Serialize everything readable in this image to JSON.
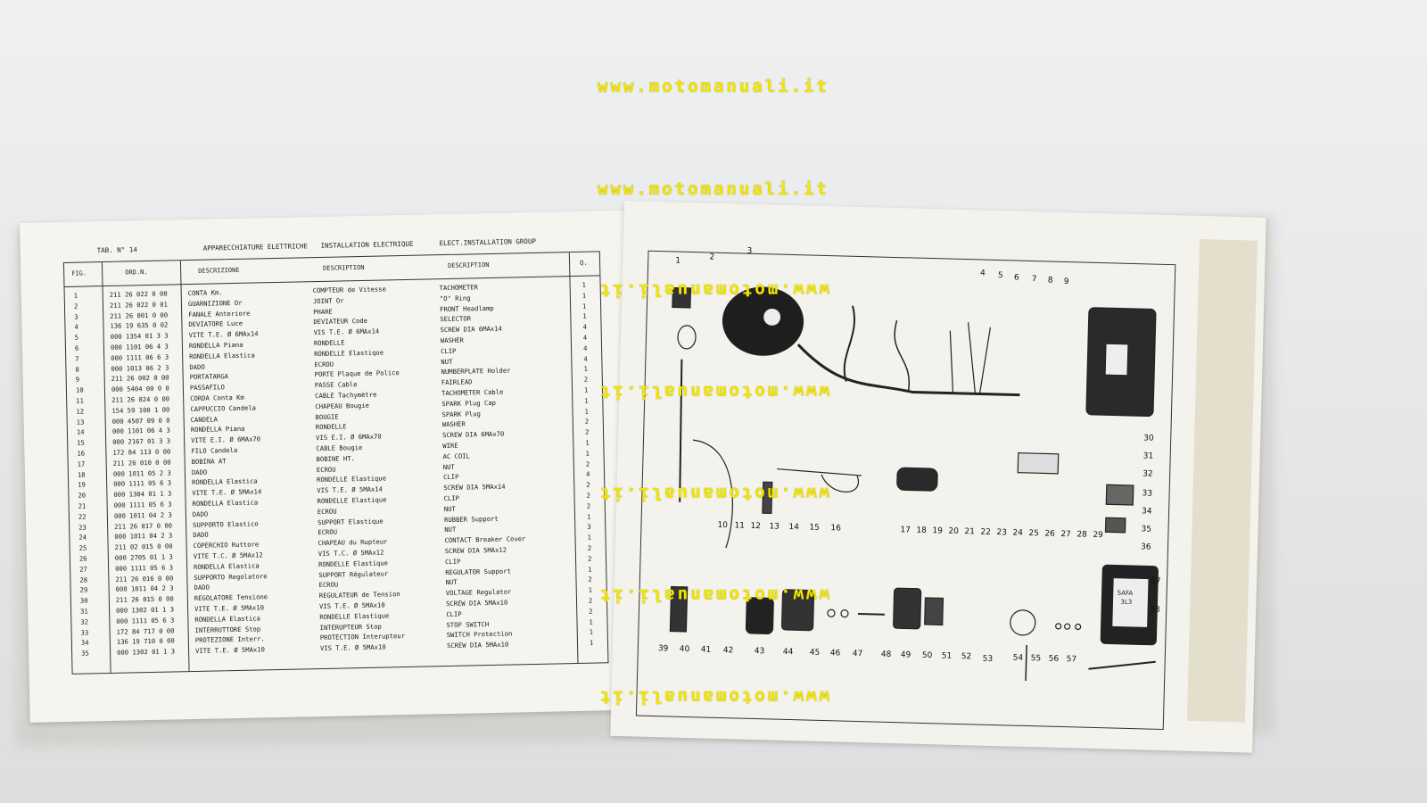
{
  "watermark": "www.motomanuali.it",
  "left_page": {
    "tab": "TAB. N° 14",
    "title_it": "APPARECCHIATURE ELETTRICHE",
    "title_fr": "INSTALLATION ELECTRIQUE",
    "title_en": "ELECT.INSTALLATION GROUP",
    "headers": [
      "FIG.",
      "ORD.N.",
      "DESCRIZIONE",
      "DESCRIPTION",
      "DESCRIPTION",
      "Q."
    ],
    "rows": [
      [
        "1",
        "211 26 022 0 00",
        "CONTA Km.",
        "COMPTEUR de Vitesse",
        "TACHOMETER",
        "1"
      ],
      [
        "2",
        "211 26 022 0 01",
        "GUARNIZIONE Or",
        "JOINT Or",
        "\"O\" Ring",
        "1"
      ],
      [
        "3",
        "211 26 001 0 00",
        "FANALE Anteriore",
        "PHARE",
        "FRONT Headlamp",
        "1"
      ],
      [
        "4",
        "136 19 635 0 02",
        "DEVIATORE Luce",
        "DEVIATEUR Code",
        "SELECTOR",
        "1"
      ],
      [
        "5",
        "000 1354 01 3 3",
        "VITE T.E. Ø 6MAx14",
        "VIS T.E. Ø 6MAx14",
        "SCREW DIA 6MAx14",
        "4"
      ],
      [
        "6",
        "000 1101 06 4 3",
        "RONDELLA Piana",
        "RONDELLE",
        "WASHER",
        "4"
      ],
      [
        "7",
        "000 1111 06 6 3",
        "RONDELLA Elastica",
        "RONDELLE Elastique",
        "CLIP",
        "4"
      ],
      [
        "8",
        "000 1013 06 2 3",
        "DADO",
        "ECROU",
        "NUT",
        "4"
      ],
      [
        "9",
        "211 26 002 0 00",
        "PORTATARGA",
        "PORTE Plaque de Police",
        "NUMBERPLATE Holder",
        "1"
      ],
      [
        "10",
        "000 5404 00 0 0",
        "PASSAFILO",
        "PASSE Cable",
        "FAIRLEAD",
        "2"
      ],
      [
        "11",
        "211 26 024 0 00",
        "CORDA Conta Km",
        "CABLE Tachymètre",
        "TACHOMETER Cable",
        "1"
      ],
      [
        "12",
        "154 59 100 1 00",
        "CAPPUCCIO Candela",
        "CHAPEAU Bougie",
        "SPARK Plug Cap",
        "1"
      ],
      [
        "13",
        "000 4507 09 0 0",
        "CANDELA",
        "BOUGIE",
        "SPARK Plug",
        "1"
      ],
      [
        "14",
        "000 1101 06 4 3",
        "RONDELLA Piana",
        "RONDELLE",
        "WASHER",
        "2"
      ],
      [
        "15",
        "000 2167 01 3 3",
        "VITE E.I. Ø 6MAx70",
        "VIS E.I. Ø 6MAx70",
        "SCREW DIA 6MAx70",
        "2"
      ],
      [
        "16",
        "172 84 113 0 00",
        "FILO Candela",
        "CABLE Bougie",
        "WIRE",
        "1"
      ],
      [
        "17",
        "211 26 010 0 00",
        "BOBINA AT",
        "BOBINE HT.",
        "AC COIL",
        "1"
      ],
      [
        "18",
        "000 1011 05 2 3",
        "DADO",
        "ECROU",
        "NUT",
        "2"
      ],
      [
        "19",
        "000 1111 05 6 3",
        "RONDELLA Elastica",
        "RONDELLE Elastique",
        "CLIP",
        "4"
      ],
      [
        "20",
        "000 1304 01 1 3",
        "VITE T.E. Ø 5MAx14",
        "VIS T.E. Ø 5MAx14",
        "SCREW DIA 5MAx14",
        "2"
      ],
      [
        "21",
        "000 1111 05 6 3",
        "RONDELLA Elastica",
        "RONDELLE Elastique",
        "CLIP",
        "2"
      ],
      [
        "22",
        "000 1011 04 2 3",
        "DADO",
        "ECROU",
        "NUT",
        "2"
      ],
      [
        "23",
        "211 26 017 0 00",
        "SUPPORTO Elastico",
        "SUPPORT Elastique",
        "RUBBER Support",
        "1"
      ],
      [
        "24",
        "000 1011 04 2 3",
        "DADO",
        "ECROU",
        "NUT",
        "3"
      ],
      [
        "25",
        "211 02 015 0 00",
        "COPERCHIO Ruttore",
        "CHAPEAU du Rupteur",
        "CONTACT Breaker Cover",
        "1"
      ],
      [
        "26",
        "000 2705 01 1 3",
        "VITE T.C. Ø 5MAx12",
        "VIS T.C. Ø 5MAx12",
        "SCREW DIA 5MAx12",
        "2"
      ],
      [
        "27",
        "000 1111 05 6 3",
        "RONDELLA Elastica",
        "RONDELLE Elastique",
        "CLIP",
        "2"
      ],
      [
        "28",
        "211 26 016 0 00",
        "SUPPORTO Regolatore",
        "SUPPORT Régulateur",
        "REGULATOR Support",
        "1"
      ],
      [
        "29",
        "000 1011 04 2 3",
        "DADO",
        "ECROU",
        "NUT",
        "2"
      ],
      [
        "30",
        "211 26 015 0 00",
        "REGOLATORE Tensione",
        "REGULATEUR de Tension",
        "VOLTAGE Regulator",
        "1"
      ],
      [
        "31",
        "000 1302 01 1 3",
        "VITE T.E. Ø 5MAx10",
        "VIS T.E. Ø 5MAx10",
        "SCREW DIA 5MAx10",
        "2"
      ],
      [
        "32",
        "000 1111 05 6 3",
        "RONDELLA Elastica",
        "RONDELLE Elastique",
        "CLIP",
        "2"
      ],
      [
        "33",
        "172 84 717 0 00",
        "INTERRUTTORE Stop",
        "INTERUPTEUR Stop",
        "STOP SWITCH",
        "1"
      ],
      [
        "34",
        "136 19 710 0 00",
        "PROTEZIONE Interr.",
        "PROTECTION Interupteur",
        "SWITCH Protection",
        "1"
      ],
      [
        "35",
        "000 1302 01 1 3",
        "VITE T.E. Ø 5MAx10",
        "VIS T.E. Ø 5MAx10",
        "SCREW DIA 5MAx10",
        "1"
      ]
    ]
  },
  "right_page": {
    "battery_label": [
      "SAFA",
      "3L3"
    ],
    "numbers": [
      "1",
      "2",
      "3",
      "4",
      "5",
      "6",
      "7",
      "8",
      "9",
      "10",
      "11",
      "12",
      "13",
      "14",
      "15",
      "16",
      "17",
      "18",
      "19",
      "20",
      "21",
      "22",
      "23",
      "24",
      "25",
      "26",
      "27",
      "28",
      "29",
      "30",
      "31",
      "32",
      "33",
      "34",
      "35",
      "36",
      "37",
      "38",
      "39",
      "40",
      "41",
      "42",
      "43",
      "44",
      "45",
      "46",
      "47",
      "48",
      "49",
      "50",
      "51",
      "52",
      "53",
      "54",
      "55",
      "56",
      "57"
    ]
  }
}
